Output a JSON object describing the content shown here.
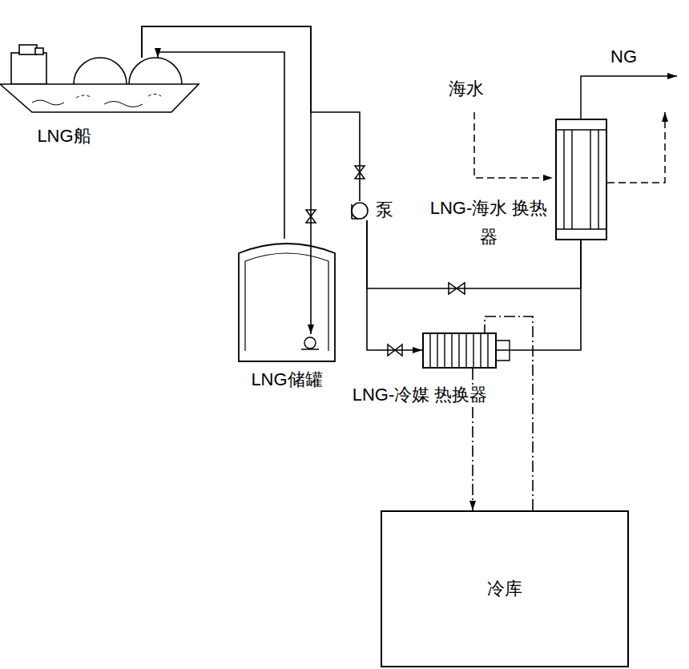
{
  "diagram": {
    "nodes": [
      {
        "text": [
          "LNG船"
        ]
      },
      {
        "text": [
          "LNG储罐"
        ]
      },
      {
        "text": [
          "泵"
        ]
      },
      {
        "text": [
          "LNG-海水 换热器"
        ]
      },
      {
        "text": [
          "LNG-冷媒 热换器"
        ]
      },
      {
        "text": [
          "冷库"
        ]
      }
    ],
    "edges": [
      {
        "from": 0,
        "to": 1,
        "arrow": "to"
      },
      {
        "from": 1,
        "to": 0,
        "arrow": "to"
      },
      {
        "from": 0,
        "to": 2,
        "arrow": "none"
      },
      {
        "from": 2,
        "to": 3,
        "arrow": "none"
      },
      {
        "from": 2,
        "to": 4,
        "arrow": "to"
      },
      {
        "from": 4,
        "to": 3,
        "arrow": "none"
      },
      {
        "from": 4,
        "to": 5,
        "arrow": "to"
      },
      {
        "from": 5,
        "to": 4,
        "arrow": "none"
      }
    ],
    "labels": [
      "海水",
      "NG"
    ]
  }
}
